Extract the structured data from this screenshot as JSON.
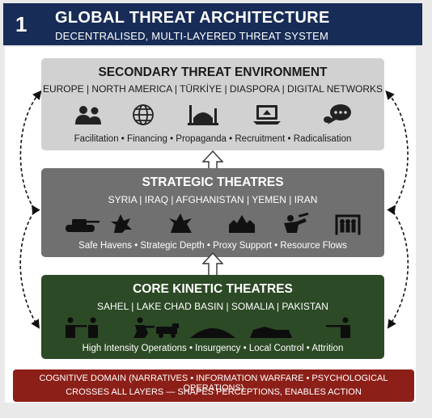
{
  "header": {
    "number": "1",
    "title": "GLOBAL THREAT ARCHITECTURE",
    "subtitle": "DECENTRALISED, MULTI-LAYERED THREAT SYSTEM"
  },
  "secondary": {
    "title": "SECONDARY THREAT ENVIRONMENT",
    "places": "EUROPE  |  NORTH AMERICA  |  TÜRKİYE  |  DIASPORA  |  DIGITAL NETWORKS",
    "activities": "Facilitation  •  Financing  •  Propaganda  •  Recruitment  •  Radicalisation",
    "icons": [
      "people-icon",
      "globe-icon",
      "mosque-icon",
      "laptop-icon",
      "speech-bubble-icon"
    ]
  },
  "strategic": {
    "title": "STRATEGIC THEATRES",
    "places": "SYRIA  |  IRAQ  |  AFGHANISTAN  |  YEMEN  |  IRAN",
    "activities": "Safe Havens  •  Strategic Depth  •  Proxy Support  •  Resource Flows",
    "icons": [
      "tank-icon",
      "explosion-icon",
      "blast-icon",
      "fire-icon",
      "fighter-icon",
      "group-icon"
    ]
  },
  "core": {
    "title": "CORE KINETIC THEATRES",
    "places": "SAHEL  |  LAKE CHAD BASIN  |  SOMALIA  |  PAKISTAN",
    "activities": "High Intensity Operations  •  Insurgency  •  Local Control  •  Attrition",
    "icons": [
      "soldiers-icon",
      "soldier-kneeling-icon",
      "truck-icon",
      "hill-icon",
      "vehicle-icon",
      "soldier-aiming-icon"
    ]
  },
  "banner": {
    "line1": "COGNITIVE DOMAIN (NARRATIVES • INFORMATION WARFARE • PSYCHOLOGICAL OPERATIONS)",
    "line2": "CROSSES ALL LAYERS — SHAPES PERCEPTIONS, ENABLES ACTION"
  },
  "colors": {
    "header": "#172c57",
    "secondary": "#d1d1d1",
    "strategic": "#707070",
    "core": "#2c4a25",
    "banner": "#8c2018"
  }
}
